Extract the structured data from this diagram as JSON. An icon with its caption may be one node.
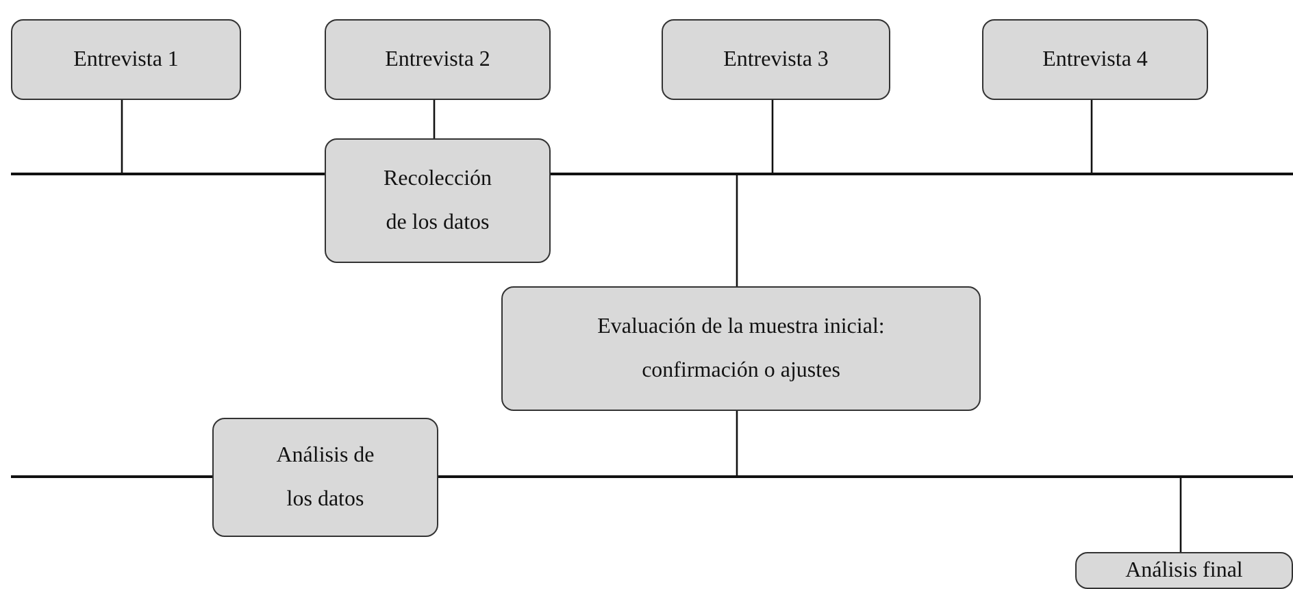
{
  "diagram": {
    "nodes": [
      {
        "text": [
          "Entrevista 1"
        ]
      },
      {
        "text": [
          "Entrevista 2"
        ]
      },
      {
        "text": [
          "Entrevista 3"
        ]
      },
      {
        "text": [
          "Entrevista 4"
        ]
      },
      {
        "text": [
          "Recolección de los datos"
        ]
      },
      {
        "text": [
          "Evaluación de la muestra inicial: confirmación o ajustes"
        ]
      },
      {
        "text": [
          "Análisis de los datos"
        ]
      },
      {
        "text": [
          "Análisis final"
        ]
      },
      {
        "text": [],
        "shape": "bar"
      },
      {
        "text": [],
        "shape": "bar"
      }
    ],
    "edges": [
      {
        "from": 0,
        "to": 8,
        "arrow": "none"
      },
      {
        "from": 1,
        "to": 4,
        "arrow": "none"
      },
      {
        "from": 2,
        "to": 8,
        "arrow": "none"
      },
      {
        "from": 3,
        "to": 8,
        "arrow": "none"
      },
      {
        "from": 8,
        "to": 5,
        "arrow": "none"
      },
      {
        "from": 5,
        "to": 9,
        "arrow": "none"
      },
      {
        "from": 9,
        "to": 7,
        "arrow": "none"
      }
    ]
  }
}
